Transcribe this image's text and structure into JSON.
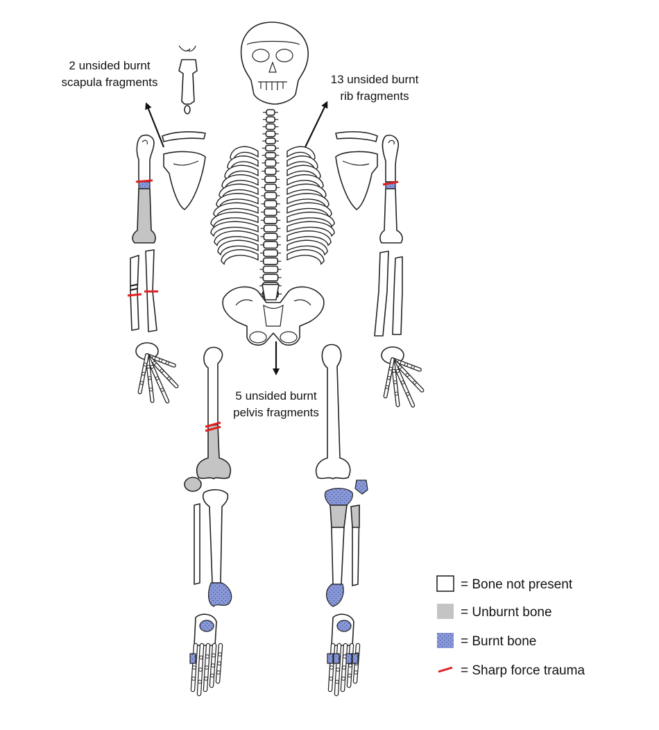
{
  "annotations": {
    "scapula": {
      "line1": "2 unsided burnt",
      "line2": "scapula fragments"
    },
    "rib": {
      "line1": "13 unsided burnt",
      "line2": "rib fragments"
    },
    "pelvis": {
      "line1": "5 unsided burnt",
      "line2": "pelvis fragments"
    }
  },
  "legend": {
    "items": [
      {
        "key": "not_present",
        "label": "= Bone not present",
        "color": "#ffffff"
      },
      {
        "key": "unburnt",
        "label": "= Unburnt bone",
        "color": "#c4c4c4"
      },
      {
        "key": "burnt",
        "label": "= Burnt bone",
        "color": "#8a9ad8"
      },
      {
        "key": "trauma",
        "label": "= Sharp force trauma",
        "color": "#e02020"
      }
    ]
  }
}
